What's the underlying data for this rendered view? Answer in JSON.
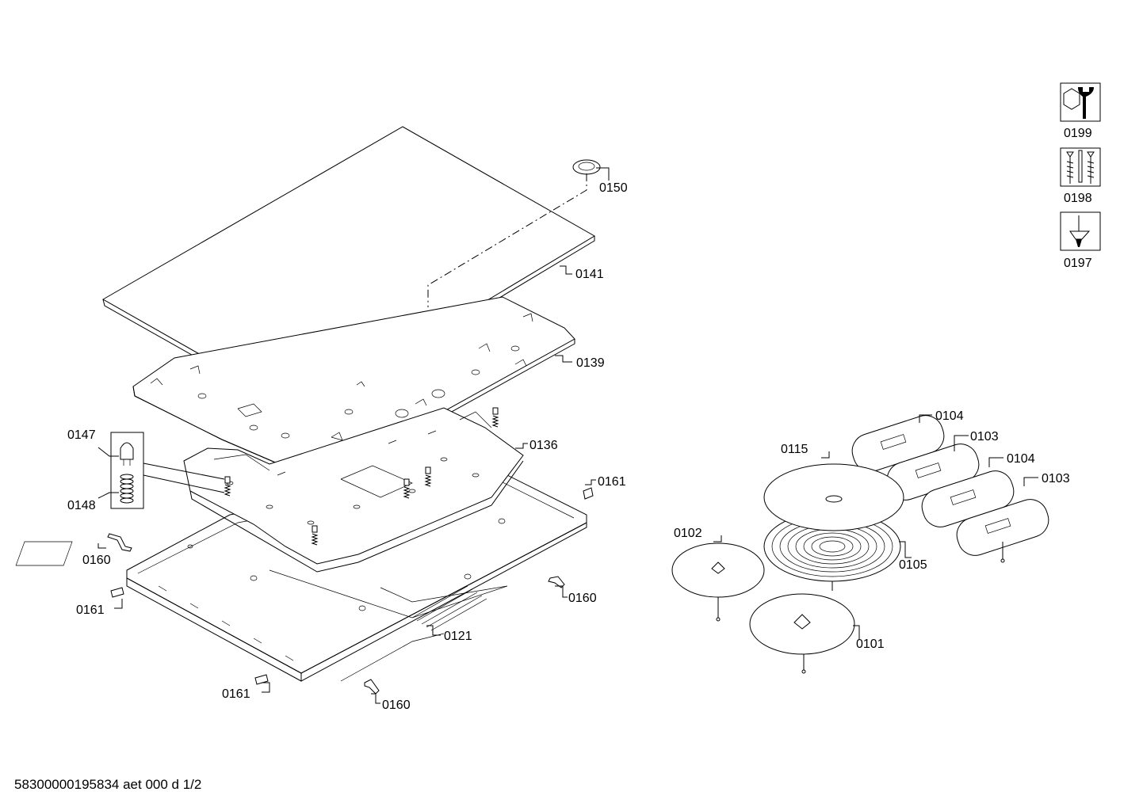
{
  "labels": {
    "p0150": "0150",
    "p0141": "0141",
    "p0139": "0139",
    "p0136": "0136",
    "p0147": "0147",
    "p0148": "0148",
    "p0161a": "0161",
    "p0160a": "0160",
    "p0161b": "0161",
    "p0160b": "0160",
    "p0121": "0121",
    "p0161c": "0161",
    "p0160c": "0160",
    "p0115": "0115",
    "p0104a": "0104",
    "p0103a": "0103",
    "p0104b": "0104",
    "p0103b": "0103",
    "p0102": "0102",
    "p0105": "0105",
    "p0101": "0101",
    "p0199": "0199",
    "p0198": "0198",
    "p0197": "0197"
  },
  "icons": {
    "p0199": "nut-wrench-icon",
    "p0198": "screws-icon",
    "p0197": "screwdriver-icon"
  },
  "footer": "58300000195834 aet 000 d 1/2"
}
